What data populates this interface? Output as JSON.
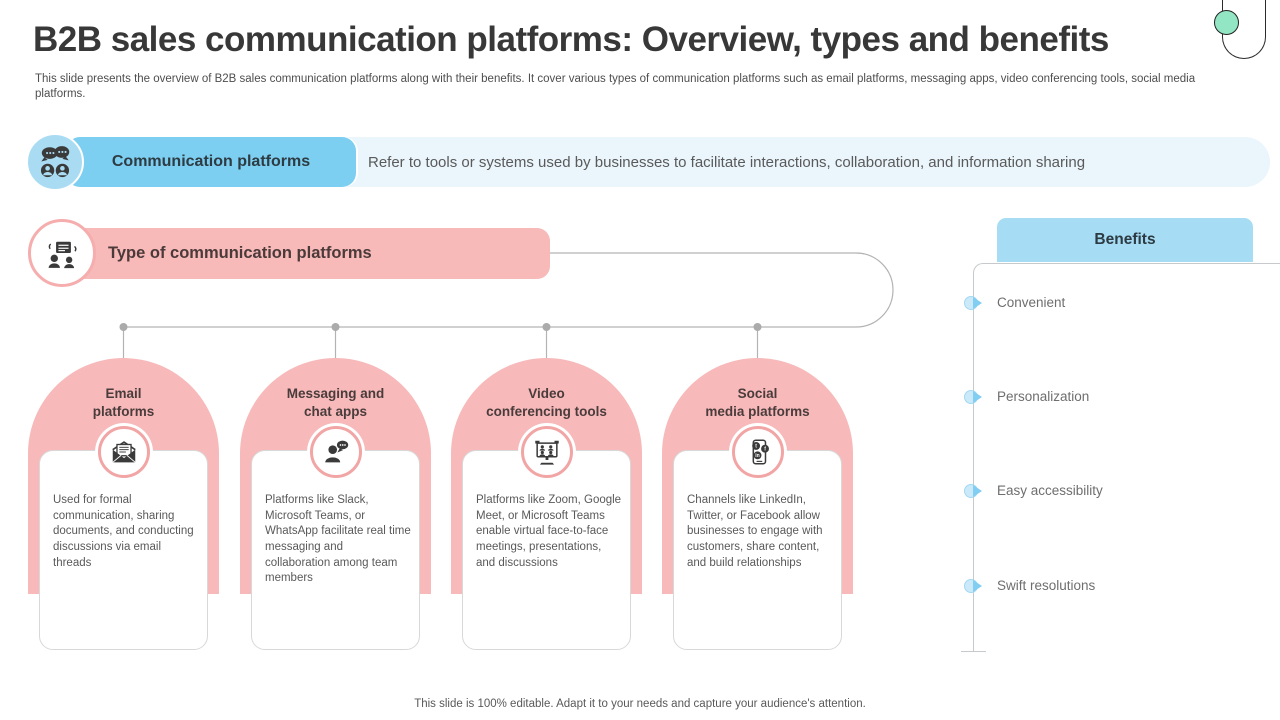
{
  "slide": {
    "title": "B2B sales communication platforms: Overview, types and benefits",
    "subtitle": "This slide presents the overview of B2B sales communication platforms along with their benefits. It cover various types of communication platforms such as email platforms, messaging apps, video conferencing tools, social media platforms.",
    "footer": "This slide is 100% editable. Adapt it to your needs and capture your audience's attention."
  },
  "definition_banner": {
    "label": "Communication platforms",
    "description": "Refer to tools or systems used by businesses to facilitate interactions, collaboration, and information sharing",
    "icon": "chat-users-icon"
  },
  "types_section": {
    "heading": "Type of communication platforms",
    "icon": "meeting-icon",
    "platforms": [
      {
        "title_line1": "Email",
        "title_line2": "platforms",
        "icon": "envelope-icon",
        "description": "Used for formal communication, sharing documents, and conducting discussions via email threads"
      },
      {
        "title_line1": "Messaging and",
        "title_line2": "chat apps",
        "icon": "person-chat-icon",
        "description": "Platforms like Slack, Microsoft Teams, or WhatsApp facilitate real time messaging and collaboration among team members"
      },
      {
        "title_line1": "Video",
        "title_line2": "conferencing tools",
        "icon": "video-conference-icon",
        "description": "Platforms like Zoom, Google Meet, or Microsoft Teams enable virtual face-to-face meetings, presentations, and discussions"
      },
      {
        "title_line1": "Social",
        "title_line2": "media platforms",
        "icon": "social-phone-icon",
        "description": "Channels like LinkedIn, Twitter, or Facebook allow businesses to engage with customers, share content, and build relationships"
      }
    ]
  },
  "benefits": {
    "heading": "Benefits",
    "items": [
      "Convenient",
      "Personalization",
      "Easy accessibility",
      "Swift resolutions"
    ]
  },
  "colors": {
    "pink": "#F7B9B9",
    "pink_ring": "#F2A5A5",
    "blue_button": "#7CCFF1",
    "blue_strip": "#EAF5FC",
    "blue_header": "#A7DCF5",
    "bullet_blue": "#82CDF2",
    "mint_circle": "#92E6C4",
    "text_dark": "#383838",
    "text_gray": "#595959",
    "line_gray": "#B3B3B3"
  }
}
